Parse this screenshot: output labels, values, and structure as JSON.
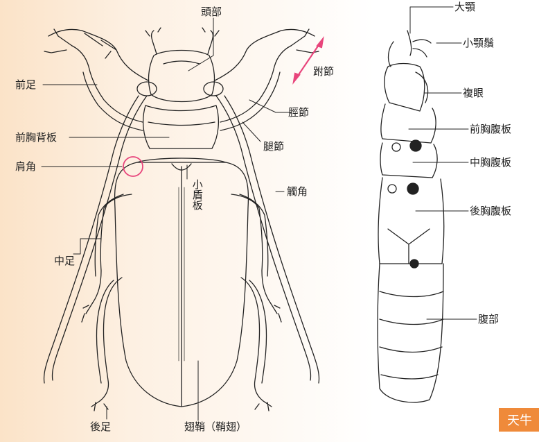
{
  "dorsal_view": {
    "labels": {
      "head": "頭部",
      "tarsus": "跗節",
      "foreleg": "前足",
      "tibia": "脛節",
      "pronotum": "前胸背板",
      "femur": "腿節",
      "shoulder_angle": "肩角",
      "scutellum": "小盾板",
      "antenna": "觸角",
      "midleg": "中足",
      "hindleg": "後足",
      "elytra": "翅鞘（鞘翅）"
    }
  },
  "ventral_view": {
    "labels": {
      "mandible": "大顎",
      "maxillary_palp": "小顎鬚",
      "compound_eye": "複眼",
      "prosternum": "前胸腹板",
      "mesosternum": "中胸腹板",
      "metasternum": "後胸腹板",
      "abdomen": "腹部"
    }
  },
  "badge": {
    "text": "天牛"
  },
  "colors": {
    "accent": "#e8457c",
    "badge": "#ef8a3a",
    "line": "#222222"
  }
}
